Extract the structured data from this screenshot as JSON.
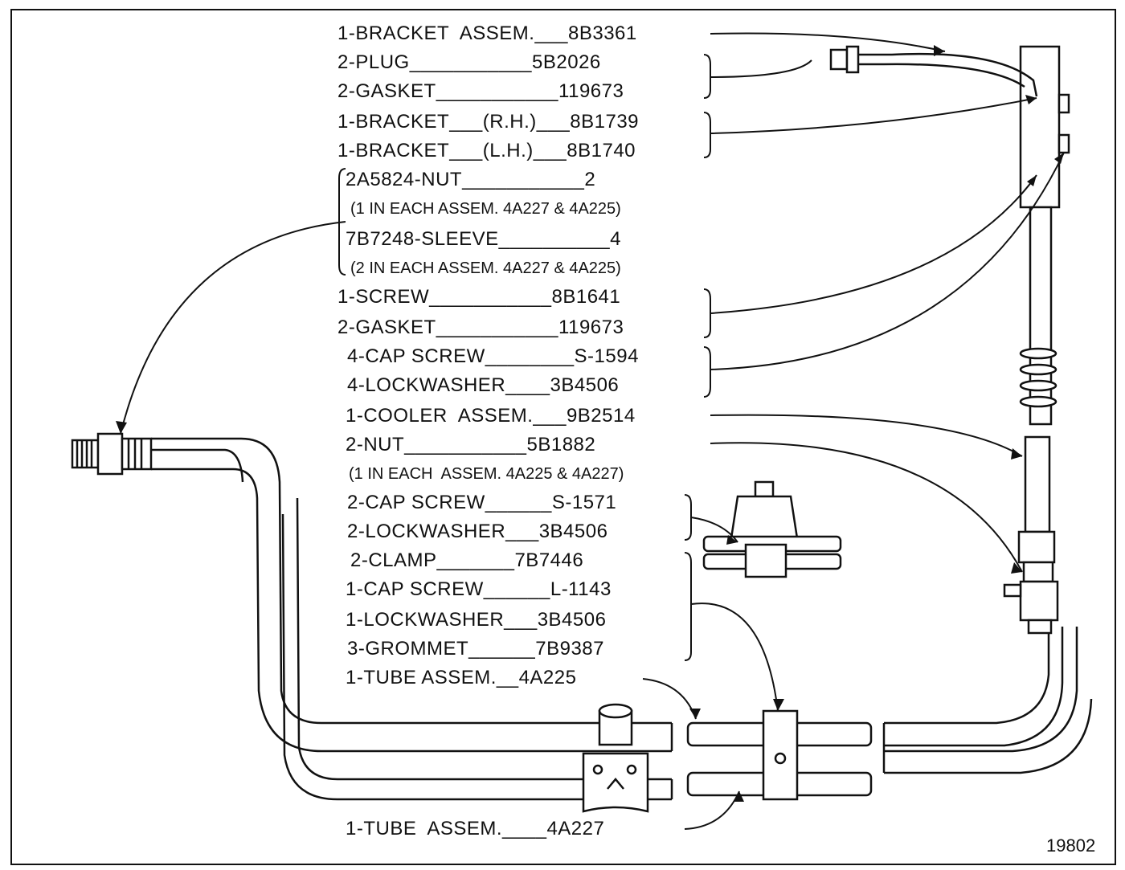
{
  "parts": [
    {
      "text": "1-BRACKET  ASSEM.___8B3361"
    },
    {
      "text": "2-PLUG___________5B2026"
    },
    {
      "text": "2-GASKET___________119673"
    },
    {
      "text": "1-BRACKET___(R.H.)___8B1739"
    },
    {
      "text": "1-BRACKET___(L.H.)___8B1740"
    },
    {
      "text": "2A5824-NUT___________2"
    },
    {
      "text": "(1 IN EACH ASSEM. 4A227 & 4A225)"
    },
    {
      "text": "7B7248-SLEEVE__________4"
    },
    {
      "text": "(2 IN EACH ASSEM. 4A227 & 4A225)"
    },
    {
      "text": "1-SCREW___________8B1641"
    },
    {
      "text": "2-GASKET___________119673"
    },
    {
      "text": "4-CAP SCREW________S-1594"
    },
    {
      "text": "4-LOCKWASHER____3B4506"
    },
    {
      "text": "1-COOLER  ASSEM.___9B2514"
    },
    {
      "text": "2-NUT___________5B1882"
    },
    {
      "text": "(1 IN EACH  ASSEM. 4A225 & 4A227)"
    },
    {
      "text": "2-CAP SCREW______S-1571"
    },
    {
      "text": "2-LOCKWASHER___3B4506"
    },
    {
      "text": "2-CLAMP_______7B7446"
    },
    {
      "text": "1-CAP SCREW______L-1143"
    },
    {
      "text": "1-LOCKWASHER___3B4506"
    },
    {
      "text": "3-GROMMET______7B9387"
    },
    {
      "text": "1-TUBE ASSEM.__4A225"
    },
    {
      "text": "1-TUBE  ASSEM.____4A227"
    }
  ],
  "figure_number": "19802"
}
